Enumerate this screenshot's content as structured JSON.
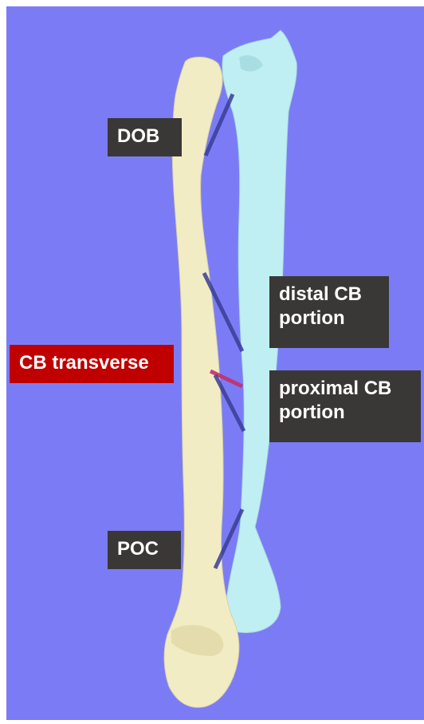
{
  "colors": {
    "background": "#7b7cf5",
    "ulna_fill": "#f2ecc4",
    "radius_fill": "#bfeff3",
    "ligament_band": "#3b3d96",
    "transverse_band": "#c2306a",
    "label_box": "#3a3836",
    "label_red": "#c00000"
  },
  "labels": {
    "dob": "DOB",
    "distal_cb": "distal CB\nportion",
    "cb_transverse": "CB transverse",
    "proximal_cb": "proximal CB\nportion",
    "poc": "POC"
  }
}
